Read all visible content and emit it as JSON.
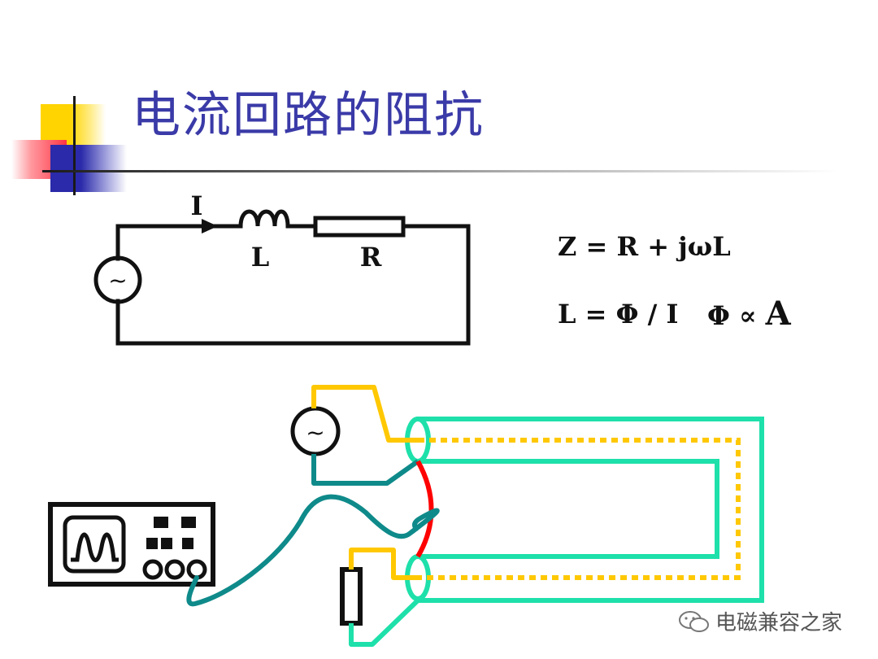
{
  "title": "电流回路的阻抗",
  "circuit": {
    "current": "I",
    "inductor": "L",
    "resistor": "R",
    "source": "~"
  },
  "formulas": {
    "impedance": "Z =  R + jωL",
    "inductance": "L = Φ / I",
    "flux": "Φ ∝ A",
    "flux_prefix": "Φ ∝ ",
    "flux_area": "A"
  },
  "setup": {
    "generator_symbol": "~"
  },
  "watermark": {
    "text": "电磁兼容之家",
    "icon": "wechat-icon"
  },
  "colors": {
    "title": "#3a3aa8",
    "yellow_wire": "#ffc800",
    "teal_wire": "#0f8a8a",
    "cyan_cable": "#1ee0aa",
    "red_wire": "#ff0000"
  }
}
